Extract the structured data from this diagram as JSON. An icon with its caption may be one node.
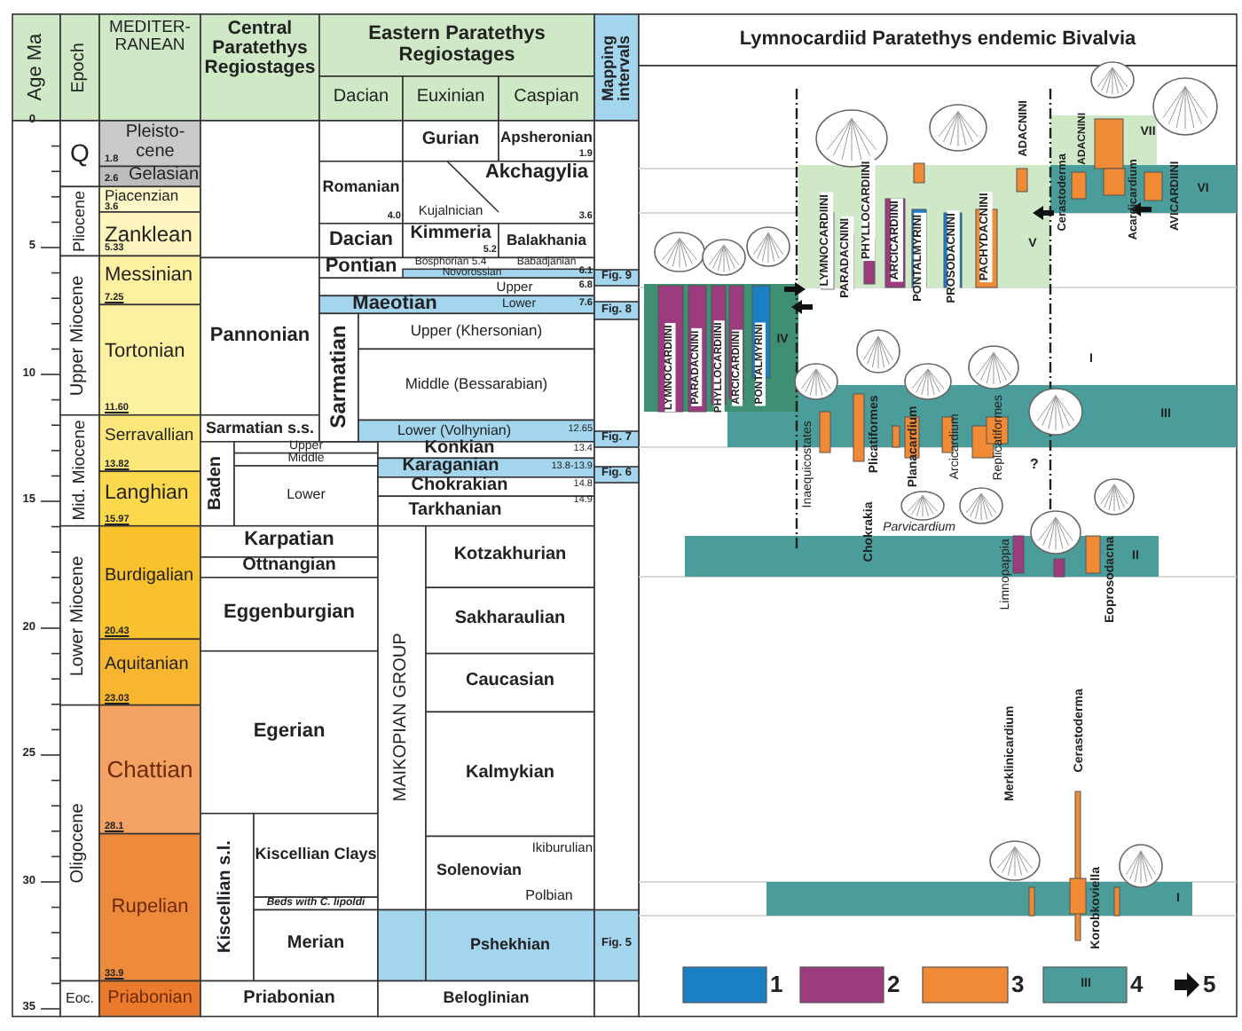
{
  "diagram": {
    "title": "Lymnocardiid Paratethys endemic Bivalvia",
    "labels": [
      "Age Ma",
      "Epoch",
      "MEDITER- RANEAN",
      "Central Paratethys Regiostages",
      "Eastern Paratethys Regiostages",
      "Dacian",
      "Euxinian",
      "Caspian",
      "Mapping intervals",
      "0",
      "5",
      "10",
      "15",
      "20",
      "25",
      "30",
      "35",
      "Q",
      "Pliocene",
      "Upper Miocene",
      "Mid. Miocene",
      "Lower Miocene",
      "Oligocene",
      "Eoc.",
      "Pleisto- cene",
      "1.8",
      "Gelasian",
      "2.6",
      "Piacenzian",
      "3.6",
      "Zanklean",
      "5.33",
      "Messinian",
      "7.25",
      "Tortonian",
      "11.60",
      "Serravallian",
      "13.82",
      "Langhian",
      "15.97",
      "Burdigalian",
      "20.43",
      "Aquitanian",
      "23.03",
      "Chattian",
      "28.1",
      "Rupelian",
      "33.9",
      "Priabonian",
      "Pannonian",
      "Sarmatian s.s.",
      "Baden",
      "Upper",
      "Middle",
      "Lower",
      "Karpatian",
      "Ottnangian",
      "Eggenburgian",
      "Egerian",
      "Kiscellian s.l.",
      "Kiscellian Clays",
      "Beds with C. lipoldi",
      "Merian",
      "Priabonian",
      "Gurian",
      "Apsheronian",
      "1.9",
      "Akchagylia",
      "Romanian",
      "4.0",
      "Kujalnician",
      "3.6",
      "Dacian",
      "Kimmeria",
      "5.2",
      "Balakhania",
      "Pontian",
      "Bosphorian 5.4",
      "Babadjanian",
      "Novorossian",
      "6.1",
      "Upper",
      "6.8",
      "Maeotian",
      "Lower",
      "7.6",
      "Sarmatian",
      "Upper (Khersonian)",
      "Middle (Bessarabian)",
      "Lower (Volhynian)",
      "12.65",
      "Konkian",
      "13.4",
      "Karaganian",
      "13.8-13.9",
      "Chokrakian",
      "14.8",
      "Tarkhanian",
      "14.9",
      "MAIKOPIAN GROUP",
      "Kotzakhurian",
      "Sakharaulian",
      "Caucasian",
      "Kalmykian",
      "Ikiburulian",
      "Solenovian",
      "Polbian",
      "Pshekhian",
      "Beloglinian",
      "Fig. 9",
      "Fig. 8",
      "Fig. 7",
      "Fig. 6",
      "Fig. 5",
      "ADACNINI",
      "ADACNINI",
      "Cerastoderma",
      "Acardicardium",
      "AVICARDIINI",
      "VII",
      "VI",
      "LYMNOCARDIINI",
      "PARADACNINI",
      "PHYLLOCARDIINI",
      "ARCICARDIINI",
      "PONTALMYRINI",
      "PROSODACNINI",
      "PACHYDACNINI",
      "V",
      "LYMNOCARDIINI",
      "PARADACNINI",
      "PHYLLOCARDIINI",
      "ARCICARDIINI",
      "PONTALMYRINI",
      "IV",
      "I",
      "Inaequicostates",
      "Plicatiformes",
      "Chokrakia",
      "Planacardium",
      "Arcicardium",
      "Replicatiformes",
      "III",
      "?",
      "Parvicardium",
      "Limnopappia",
      "Eoprosodacna",
      "II",
      "Merklinicardium",
      "Cerastoderma",
      "Korobkoviella",
      "I",
      "III"
    ],
    "legend": [
      {
        "text": "1",
        "color": "#1b7fc3"
      },
      {
        "text": "2",
        "color": "#9c3b7e"
      },
      {
        "text": "3",
        "color": "#f08a35"
      },
      {
        "text": "4",
        "color": "#4a9d9a"
      },
      {
        "text": "5"
      }
    ]
  }
}
